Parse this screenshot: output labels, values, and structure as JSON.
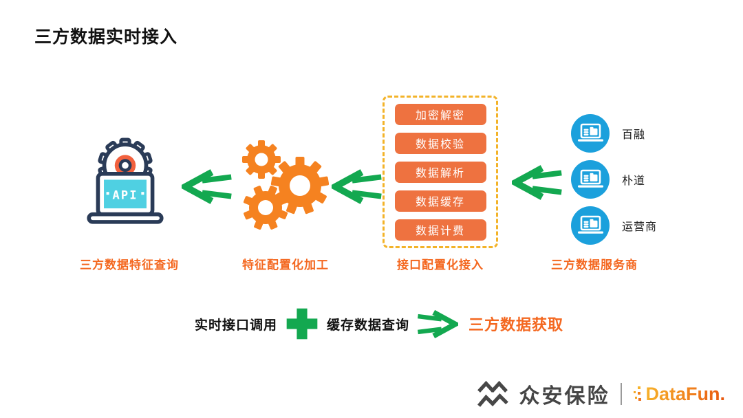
{
  "slide": {
    "title": "三方数据实时接入"
  },
  "colors": {
    "orange_label": "#F4671F",
    "orange_button": "#EE7240",
    "gear_orange": "#F58220",
    "green_arrow": "#13A850",
    "provider_blue": "#1BA0DC",
    "dashed_gold": "#F3B329",
    "icon_navy": "#2A3B57",
    "screen_cyan": "#4FD0E2",
    "arc_orange": "#F2613E"
  },
  "flow": {
    "api_node": {
      "icon": "api-laptop-icon",
      "icon_text": "API",
      "label": "三方数据特征查询"
    },
    "gears_node": {
      "icon": "gears-icon",
      "label": "特征配置化加工"
    },
    "pipeline_node": {
      "label": "接口配置化接入",
      "steps": [
        "加密解密",
        "数据校验",
        "数据解析",
        "数据缓存",
        "数据计费"
      ]
    },
    "providers_node": {
      "label": "三方数据服务商",
      "providers": [
        "百融",
        "朴道",
        "运营商"
      ]
    },
    "arrow_direction": "right-to-left"
  },
  "formula": {
    "term1": "实时接口调用",
    "operator": "plus",
    "term2": "缓存数据查询",
    "arrow": "double-arrow-right",
    "result": "三方数据获取"
  },
  "footer": {
    "brand_left": "众安保险",
    "brand_right": "DataFun."
  }
}
